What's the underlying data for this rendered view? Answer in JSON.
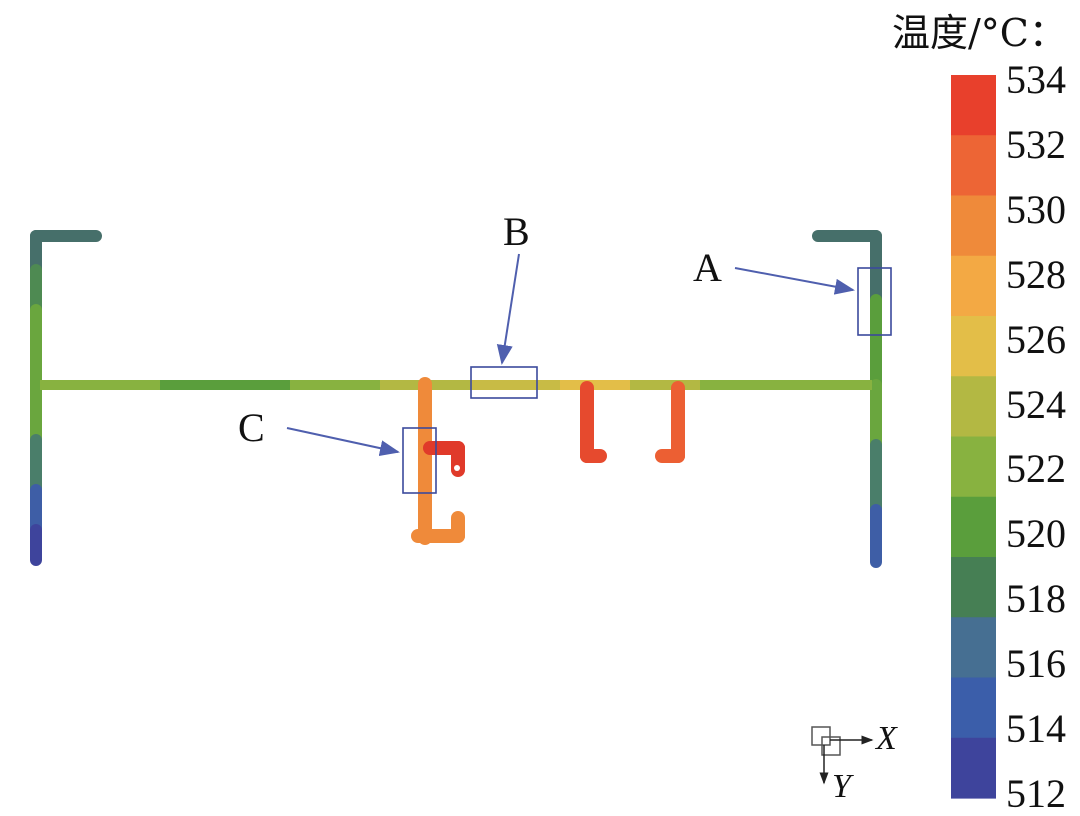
{
  "legend": {
    "title": "温度/°C：",
    "ticks": [
      "534",
      "532",
      "530",
      "528",
      "526",
      "524",
      "522",
      "520",
      "518",
      "516",
      "514",
      "512"
    ],
    "colors": [
      "#e8402c",
      "#ed6535",
      "#ef8a3a",
      "#f3a944",
      "#e3be48",
      "#b3b843",
      "#88b240",
      "#5a9e3c",
      "#467f54",
      "#466f92",
      "#3b5eaa",
      "#3e449c"
    ]
  },
  "callouts": {
    "a": "A",
    "b": "B",
    "c": "C"
  },
  "axes": {
    "x": "X",
    "y": "Y"
  },
  "box_color": "#3b4a9c"
}
